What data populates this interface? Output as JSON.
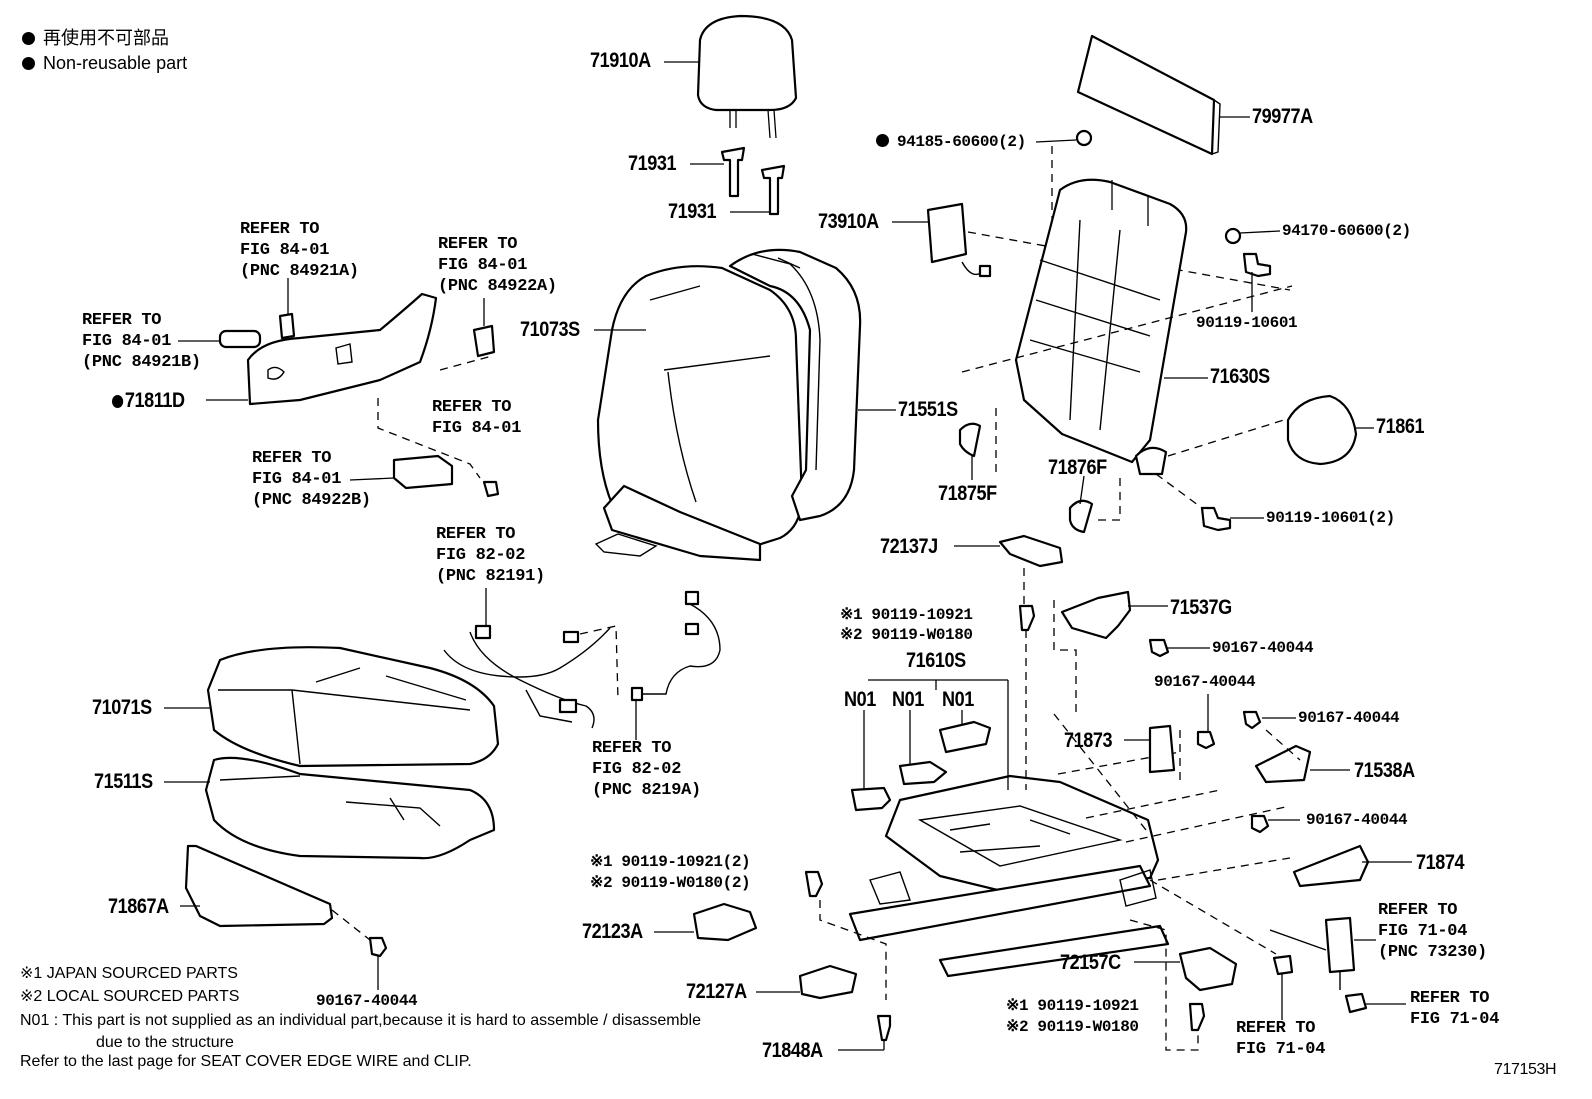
{
  "legend": {
    "jp_label": "再使用不可部品",
    "en_label": "Non-reusable part"
  },
  "parts": {
    "headrest": "71910A",
    "guide_a": "71931",
    "guide_b": "71931",
    "pad_79977a": "79977A",
    "clip_94185": "94185-60600(2)",
    "module_73910a": "73910A",
    "nut_94170": "94170-60600(2)",
    "bolt_90119_10601": "90119-10601",
    "back_cover": "71073S",
    "back_pad": "71551S",
    "back_frame": "71630S",
    "cover_71861": "71861",
    "cover_71876f": "71876F",
    "cover_71875f": "71875F",
    "bolt_90119_10601_2": "90119-10601(2)",
    "shield_71811d": "71811D",
    "cover_72137j": "72137J",
    "adjuster_71610s": "71610S",
    "n01_a": "N01",
    "n01_b": "N01",
    "n01_c": "N01",
    "bracket_71537g": "71537G",
    "screw_a": "90167-40044",
    "screw_b": "90167-40044",
    "screw_c": "90167-40044",
    "screw_d": "90167-40044",
    "screw_e": "90167-40044",
    "bracket_71873": "71873",
    "bracket_71538a": "71538A",
    "cushion_cover": "71071S",
    "cushion_pad": "71511S",
    "panel_71867a": "71867A",
    "cover_71874": "71874",
    "cover_72123a": "72123A",
    "cover_72127a": "72127A",
    "cover_72157c": "72157C",
    "bolt_71848a": "71848A"
  },
  "bolts": {
    "top_jp": "※1 90119-10921",
    "top_local": "※2 90119-W0180",
    "mid_jp": "※1 90119-10921(2)",
    "mid_local": "※2 90119-W0180(2)",
    "bot_jp": "※1 90119-10921",
    "bot_local": "※2 90119-W0180"
  },
  "refs": {
    "r84921a": [
      "REFER TO",
      "FIG 84-01",
      "(PNC 84921A)"
    ],
    "r84921b": [
      "REFER TO",
      "FIG 84-01",
      "(PNC 84921B)"
    ],
    "r84922a": [
      "REFER TO",
      "FIG 84-01",
      "(PNC 84922A)"
    ],
    "r8401": [
      "REFER TO",
      "FIG 84-01"
    ],
    "r84922b": [
      "REFER TO",
      "FIG 84-01",
      "(PNC 84922B)"
    ],
    "r82191": [
      "REFER TO",
      "FIG 82-02",
      "(PNC 82191)"
    ],
    "r8219a": [
      "REFER TO",
      "FIG 82-02",
      "(PNC 8219A)"
    ],
    "r73230": [
      "REFER TO",
      "FIG 71-04",
      "(PNC 73230)"
    ],
    "r7104a": [
      "REFER TO",
      "FIG 71-04"
    ],
    "r7104b": [
      "REFER TO",
      "FIG 71-04"
    ]
  },
  "notes": {
    "n1": "※1 JAPAN SOURCED PARTS",
    "n2": "※2 LOCAL SOURCED PARTS",
    "n3": "N01 : This part is not supplied as an individual part,because it is hard to assemble / disassemble",
    "n4": "due to the structure",
    "n5": "Refer to the last page for SEAT COVER EDGE WIRE and CLIP."
  },
  "figure_id": "717153H"
}
